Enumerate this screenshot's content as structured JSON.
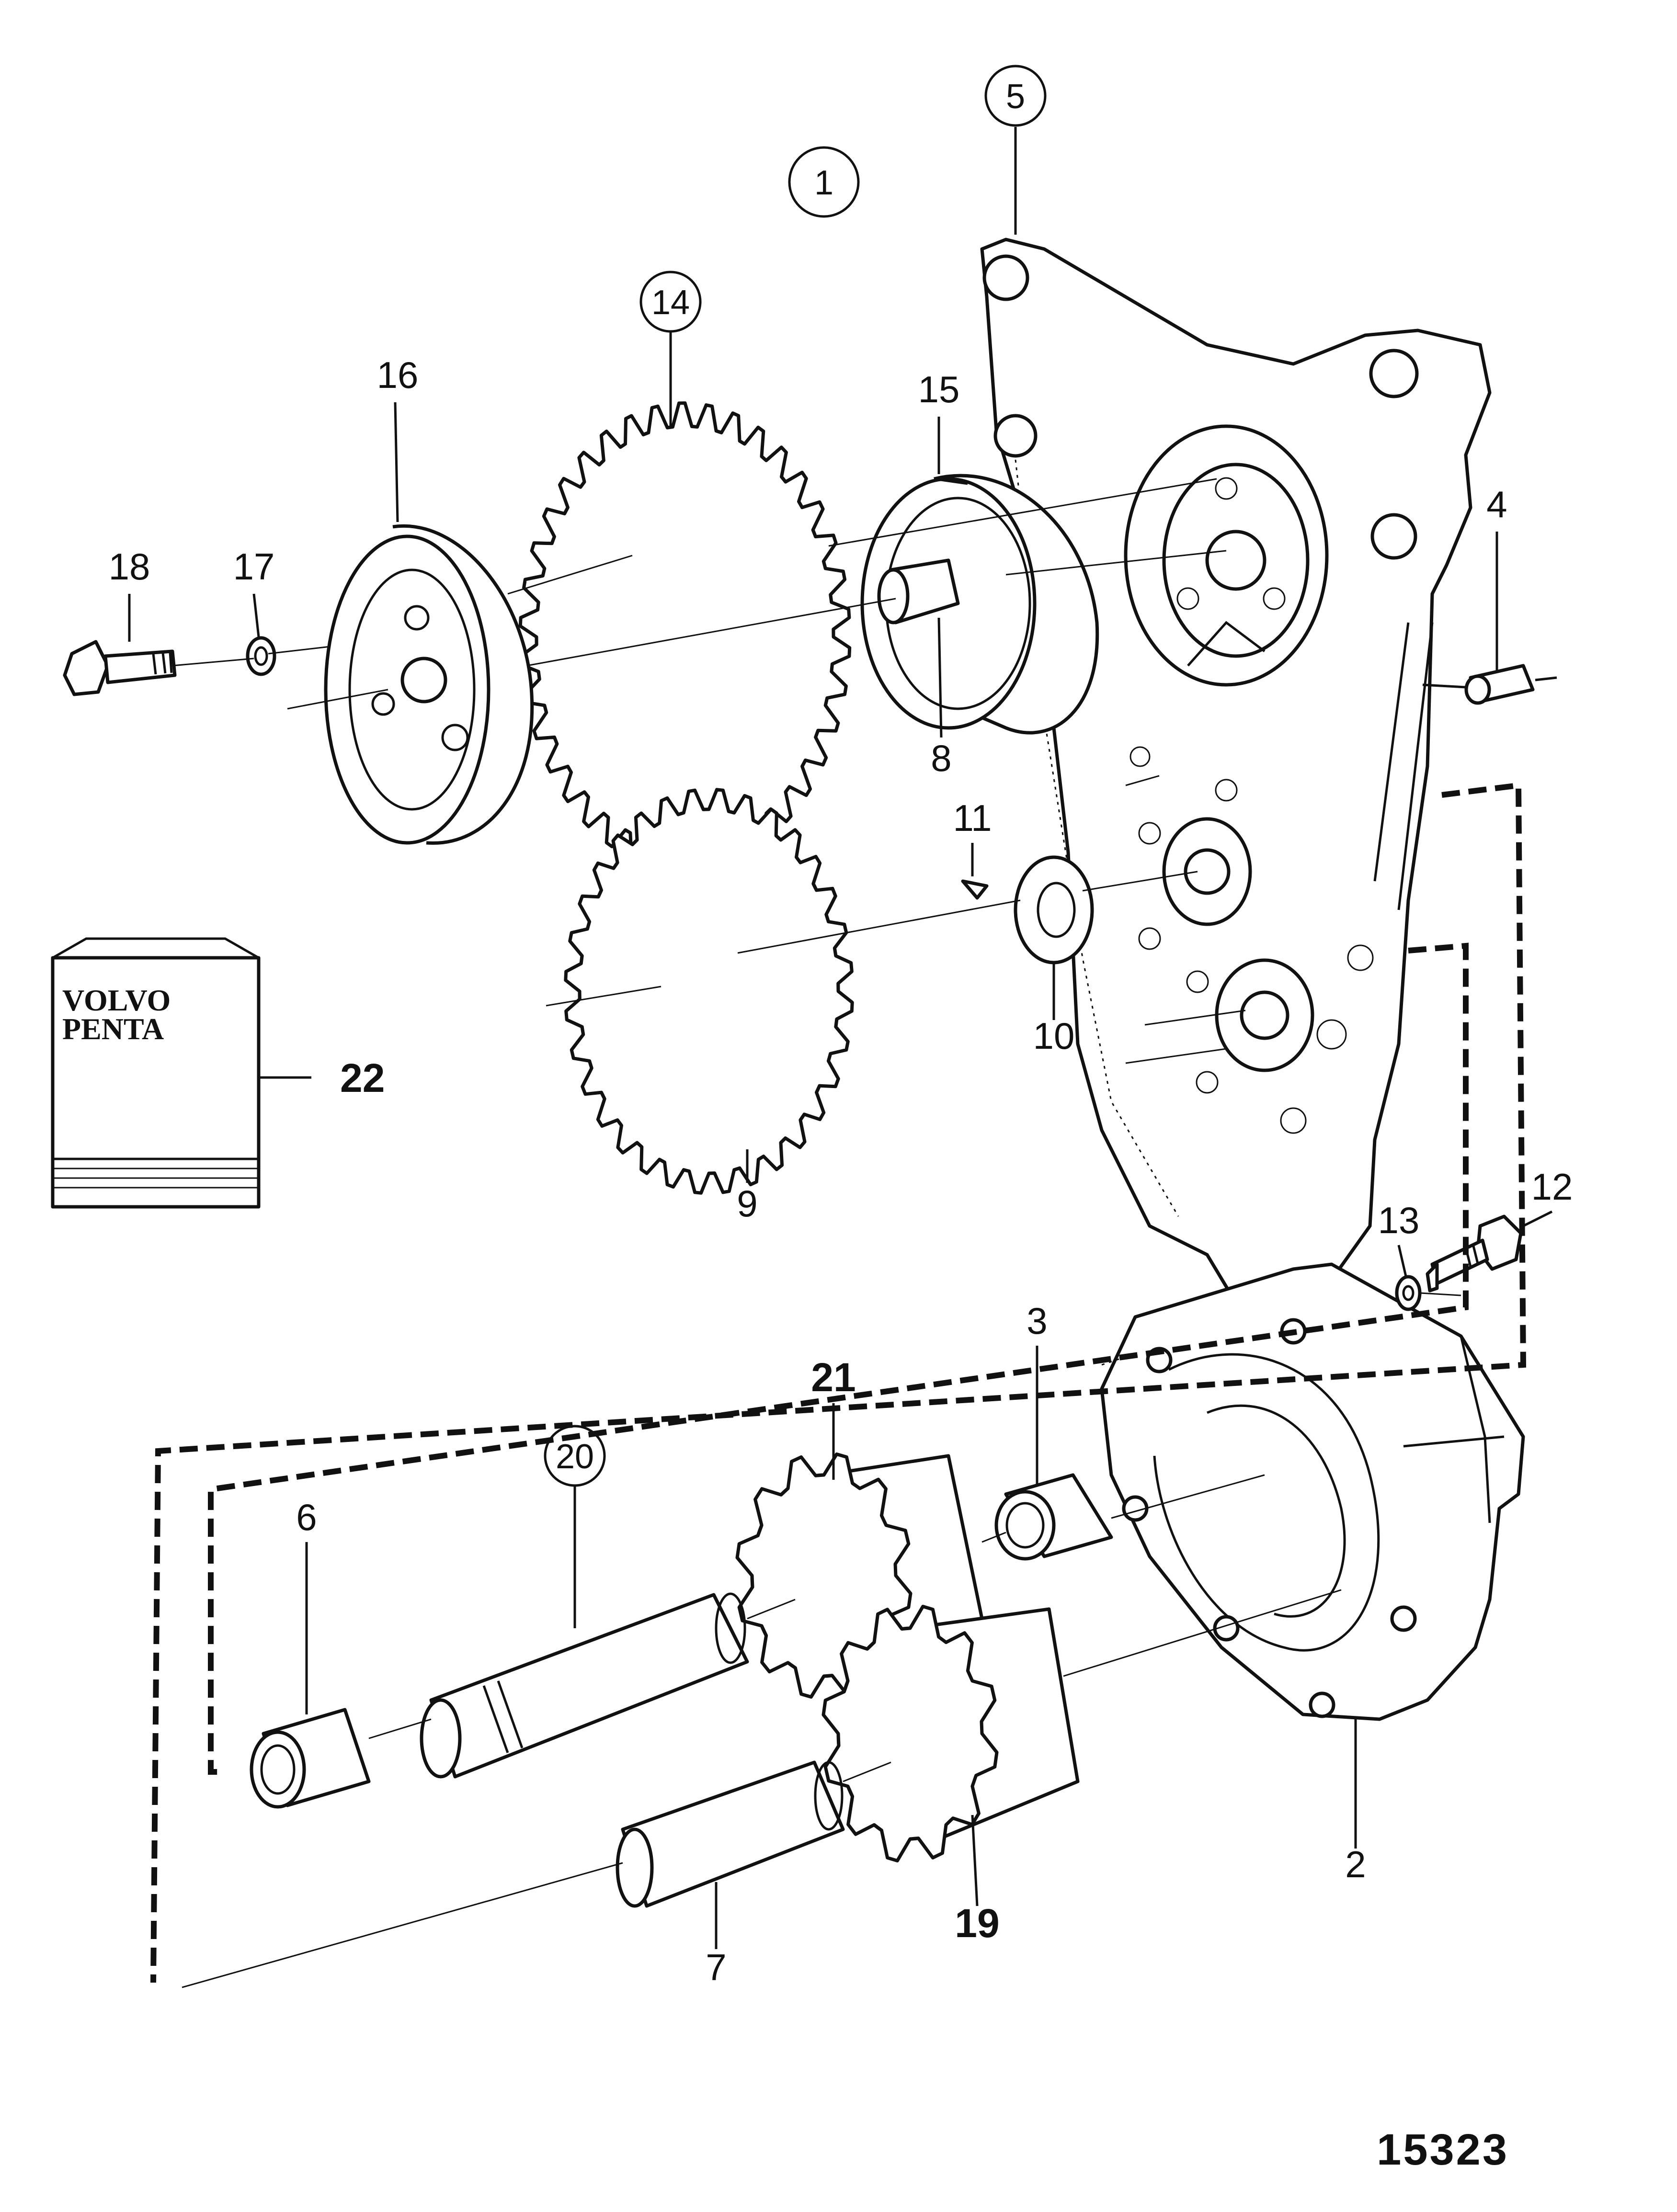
{
  "drawing_number": "15323",
  "brand_lines": [
    "VOLVO",
    "PENTA"
  ],
  "callouts": {
    "c1": "1",
    "c2": "2",
    "c3": "3",
    "c4": "4",
    "c5": "5",
    "c6": "6",
    "c7": "7",
    "c8": "8",
    "c9": "9",
    "c10": "10",
    "c11": "11",
    "c12": "12",
    "c13": "13",
    "c14": "14",
    "c15": "15",
    "c16": "16",
    "c17": "17",
    "c18": "18",
    "c19": "19",
    "c20": "20",
    "c21": "21",
    "c22": "22"
  }
}
